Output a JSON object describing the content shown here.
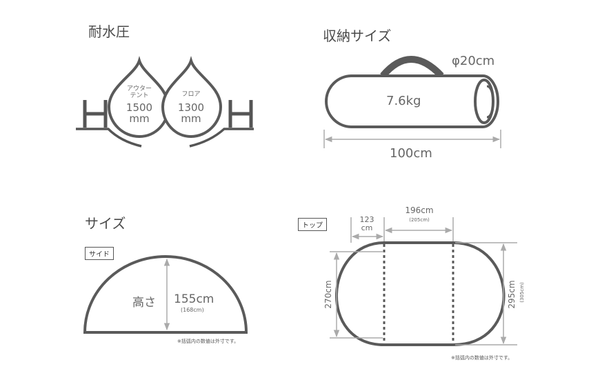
{
  "waterproof": {
    "title": "耐水圧",
    "left_letter": "H",
    "right_letter": "H",
    "outer": {
      "label_line1": "アウター",
      "label_line2": "テント",
      "value": "1500",
      "unit": "mm"
    },
    "floor": {
      "label_line1": "フロア",
      "value": "1300",
      "unit": "mm"
    }
  },
  "storage": {
    "title": "収納サイズ",
    "diameter": "φ20cm",
    "weight": "7.6kg",
    "length": "100cm"
  },
  "size": {
    "title": "サイズ",
    "side_tag": "サイド",
    "height_label": "高さ",
    "height_value": "155cm",
    "height_outer": "(168cm)",
    "note": "※括弧内の数値は外寸です。"
  },
  "top": {
    "tag": "トップ",
    "vestibule_value": "123",
    "vestibule_unit": "cm",
    "width_value": "196cm",
    "width_outer": "(205cm)",
    "depth_inner": "270cm",
    "depth_value": "295cm",
    "depth_outer": "(305cm)",
    "note": "※括弧内の数値は外寸です。"
  }
}
